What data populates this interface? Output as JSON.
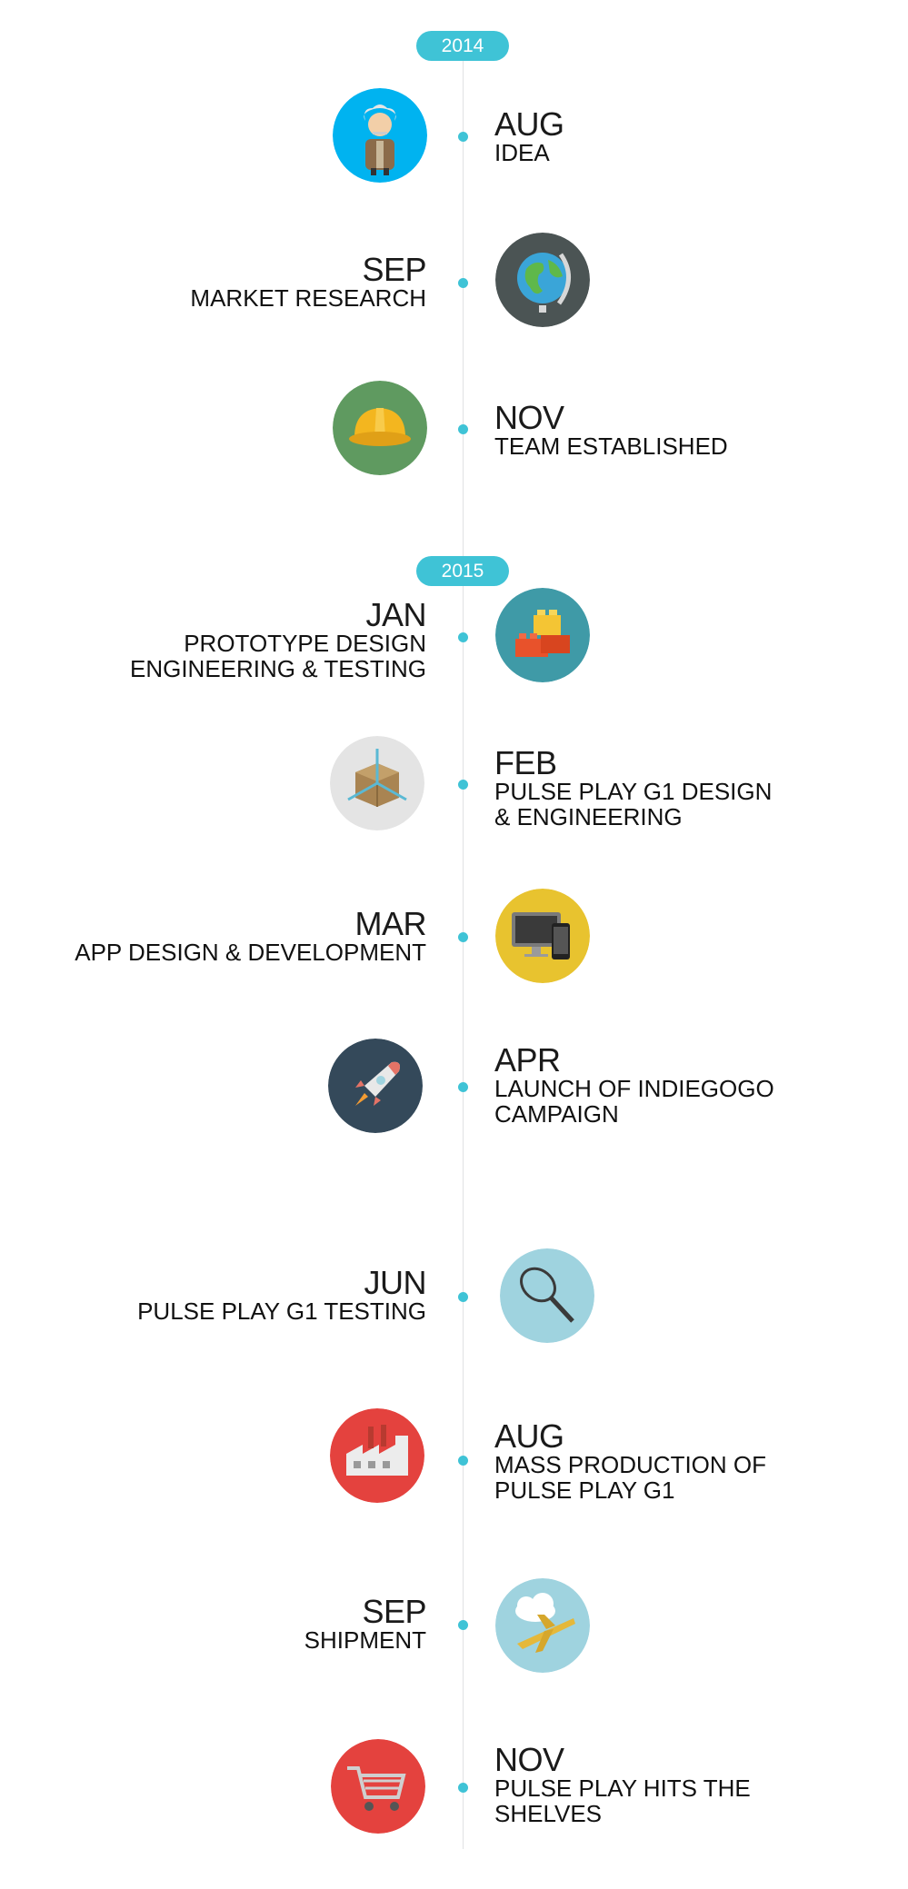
{
  "years": [
    "2014",
    "2015"
  ],
  "milestones": [
    {
      "month": "AUG",
      "lines": [
        "IDEA"
      ],
      "icon": "einstein-icon",
      "color": "#00b3f0"
    },
    {
      "month": "SEP",
      "lines": [
        "MARKET RESEARCH"
      ],
      "icon": "globe-icon",
      "color": "#4b5454"
    },
    {
      "month": "NOV",
      "lines": [
        "TEAM ESTABLISHED"
      ],
      "icon": "hard-hat-icon",
      "color": "#5f9a60"
    },
    {
      "month": "JAN",
      "lines": [
        "PROTOTYPE DESIGN",
        "ENGINEERING & TESTING"
      ],
      "icon": "bricks-icon",
      "color": "#3f9aa7"
    },
    {
      "month": "FEB",
      "lines": [
        "PULSE PLAY G1 DESIGN",
        "& ENGINEERING"
      ],
      "icon": "box-icon",
      "color": "#e4e4e4"
    },
    {
      "month": "MAR",
      "lines": [
        "APP DESIGN & DEVELOPMENT"
      ],
      "icon": "devices-icon",
      "color": "#e8c32f"
    },
    {
      "month": "APR",
      "lines": [
        "LAUNCH OF INDIEGOGO",
        "CAMPAIGN"
      ],
      "icon": "rocket-icon",
      "color": "#34495a"
    },
    {
      "month": "JUN",
      "lines": [
        "PULSE PLAY G1 TESTING"
      ],
      "icon": "tennis-racket-icon",
      "color": "#9fd3df"
    },
    {
      "month": "AUG",
      "lines": [
        "MASS PRODUCTION OF",
        "PULSE PLAY G1"
      ],
      "icon": "factory-icon",
      "color": "#e4423e"
    },
    {
      "month": "SEP",
      "lines": [
        "SHIPMENT"
      ],
      "icon": "airplane-icon",
      "color": "#9fd3df"
    },
    {
      "month": "NOV",
      "lines": [
        "PULSE PLAY HITS THE",
        "SHELVES"
      ],
      "icon": "cart-icon",
      "color": "#e4423e"
    }
  ]
}
